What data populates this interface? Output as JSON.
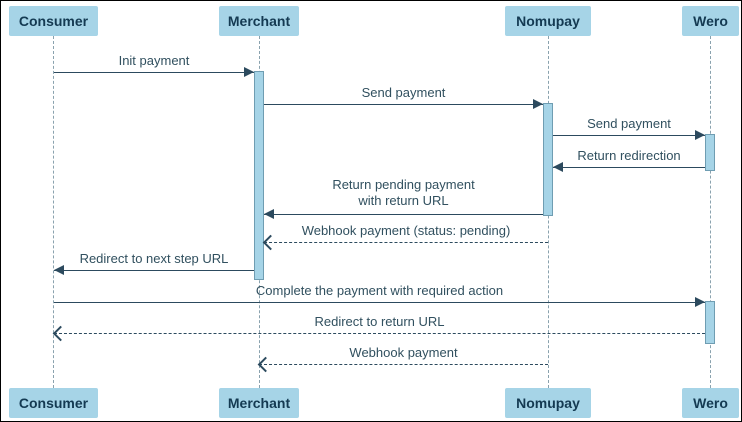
{
  "diagram": {
    "type": "sequence",
    "actors": [
      {
        "id": "consumer",
        "label": "Consumer"
      },
      {
        "id": "merchant",
        "label": "Merchant"
      },
      {
        "id": "nomupay",
        "label": "Nomupay"
      },
      {
        "id": "wero",
        "label": "Wero"
      }
    ],
    "messages": [
      {
        "label": "Init payment",
        "from": "Consumer",
        "to": "Merchant",
        "line": "solid"
      },
      {
        "label": "Send payment",
        "from": "Merchant",
        "to": "Nomupay",
        "line": "solid"
      },
      {
        "label": "Send payment",
        "from": "Nomupay",
        "to": "Wero",
        "line": "solid"
      },
      {
        "label": "Return redirection",
        "from": "Wero",
        "to": "Nomupay",
        "line": "solid"
      },
      {
        "label": "Return pending payment\nwith return URL",
        "from": "Nomupay",
        "to": "Merchant",
        "line": "solid"
      },
      {
        "label": "Webhook payment (status: pending)",
        "from": "Nomupay",
        "to": "Merchant",
        "line": "dashed"
      },
      {
        "label": "Redirect to next step URL",
        "from": "Merchant",
        "to": "Consumer",
        "line": "solid"
      },
      {
        "label": "Complete the payment with required action",
        "from": "Consumer",
        "to": "Wero",
        "line": "solid"
      },
      {
        "label": "Redirect to return URL",
        "from": "Wero",
        "to": "Consumer",
        "line": "dashed"
      },
      {
        "label": "Webhook payment",
        "from": "Nomupay",
        "to": "Merchant",
        "line": "dashed"
      }
    ],
    "colors": {
      "actor_fill": "#a6d4e7",
      "actor_text": "#143a52",
      "ink": "#2c4a5e",
      "label_ink": "#31505f",
      "lifeline": "#8aa2ae",
      "activation_border": "#6f9db2",
      "background": "#ffffff"
    }
  }
}
